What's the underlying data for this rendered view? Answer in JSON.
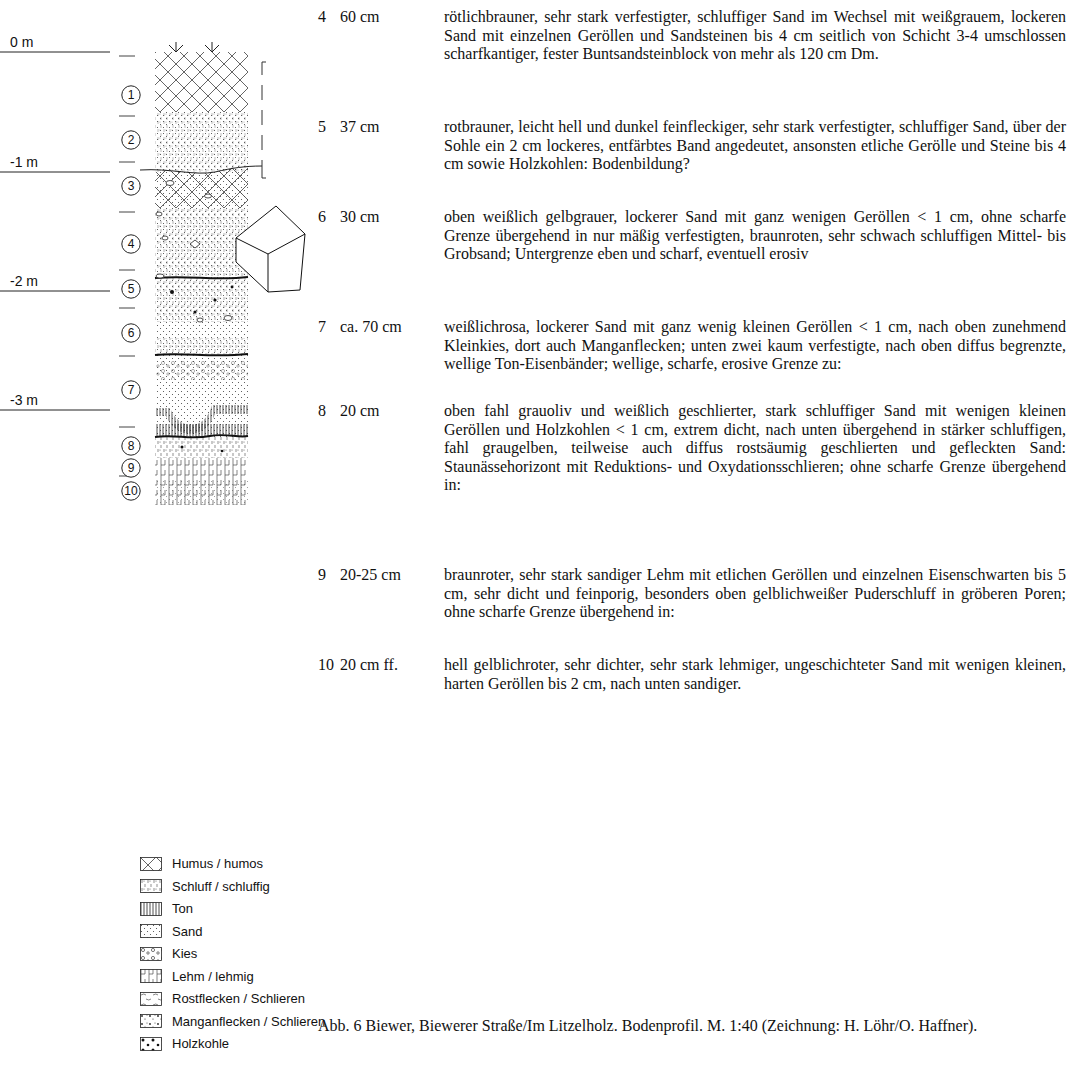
{
  "diagram": {
    "caption": "Abb. 6 Biewer, Biewerer Straße/Im Litzelholz. Bodenprofil. M. 1:40 (Zeichnung: H. Löhr/O. Haffner).",
    "nodes": [
      {
        "text": [
          "1"
        ]
      },
      {
        "text": [
          "2"
        ]
      },
      {
        "text": [
          "3"
        ]
      },
      {
        "text": [
          "4"
        ]
      },
      {
        "text": [
          "5"
        ]
      },
      {
        "text": [
          "6"
        ]
      },
      {
        "text": [
          "7"
        ]
      },
      {
        "text": [
          "8"
        ]
      },
      {
        "text": [
          "9"
        ]
      },
      {
        "text": [
          "10"
        ]
      }
    ],
    "labels": [
      "0 m",
      "-1 m",
      "-2 m",
      "-3 m",
      "4",
      "60 cm",
      "rötlichbrauner, sehr stark verfestigter, schluffiger Sand im Wechsel mit weißgrauem, lockeren Sand mit einzelnen Geröllen und Sandsteinen bis 4 cm seitlich von Schicht 3-4 umschlossen scharfkantiger, fester Buntsandsteinblock von mehr als 120 cm Dm.",
      "5",
      "37 cm",
      "rotbrauner, leicht hell und dunkel feinfleckiger, sehr stark verfestigter, schluffiger Sand, über der Sohle ein 2 cm lockeres, entfärbtes Band angedeutet, ansonsten etliche Gerölle und Steine bis 4 cm sowie Holzkohlen: Bodenbildung?",
      "6",
      "30 cm",
      "oben weißlich gelbgrauer, lockerer Sand mit ganz wenigen Geröllen < 1 cm, ohne scharfe Grenze übergehend in nur mäßig verfestigten, braunroten, sehr schwach schluffigen Mittel- bis Grobsand; Untergrenze eben und scharf, eventuell erosiv",
      "7",
      "ca. 70 cm",
      "weißlichrosa, lockerer Sand mit ganz wenig kleinen Geröllen < 1 cm, nach oben zunehmend Kleinkies, dort auch Manganflecken; unten zwei kaum verfestigte, nach oben diffus begrenzte, wellige Ton-Eisenbänder; wellige, scharfe, erosive Grenze zu:",
      "8",
      "20 cm",
      "oben fahl grauoliv und weißlich geschlierter, stark schluffiger Sand mit wenigen kleinen Geröllen und Holzkohlen < 1 cm, extrem dicht, nach unten übergehend in stärker schluffigen, fahl graugelben, teilweise auch diffus rostsäumig geschlierten und gefleckten Sand: Staunässehorizont mit Reduktions- und Oxydationsschlieren; ohne scharfe Grenze übergehend in:",
      "9",
      "20-25 cm",
      "braunroter, sehr stark sandiger Lehm mit etlichen Geröllen und einzelnen Eisenschwarten bis 5 cm, sehr dicht und feinporig, besonders oben gelblichweißer Puderschluff in gröberen Poren; ohne scharfe Grenze übergehend in:",
      "10",
      "20 cm ff.",
      "hell gelblichroter, sehr dichter, sehr stark lehmiger, ungeschichteter Sand mit wenigen kleinen, harten Geröllen bis 2 cm, nach unten sandiger."
    ],
    "legend": [
      {
        "text": "Humus / humos"
      },
      {
        "text": "Schluff / schluffig"
      },
      {
        "text": "Ton"
      },
      {
        "text": "Sand"
      },
      {
        "text": "Kies"
      },
      {
        "text": "Lehm / lehmig"
      },
      {
        "text": "Rostflecken / Schlieren"
      },
      {
        "text": "Manganflecken / Schlieren"
      },
      {
        "text": "Holzkohle"
      }
    ]
  }
}
